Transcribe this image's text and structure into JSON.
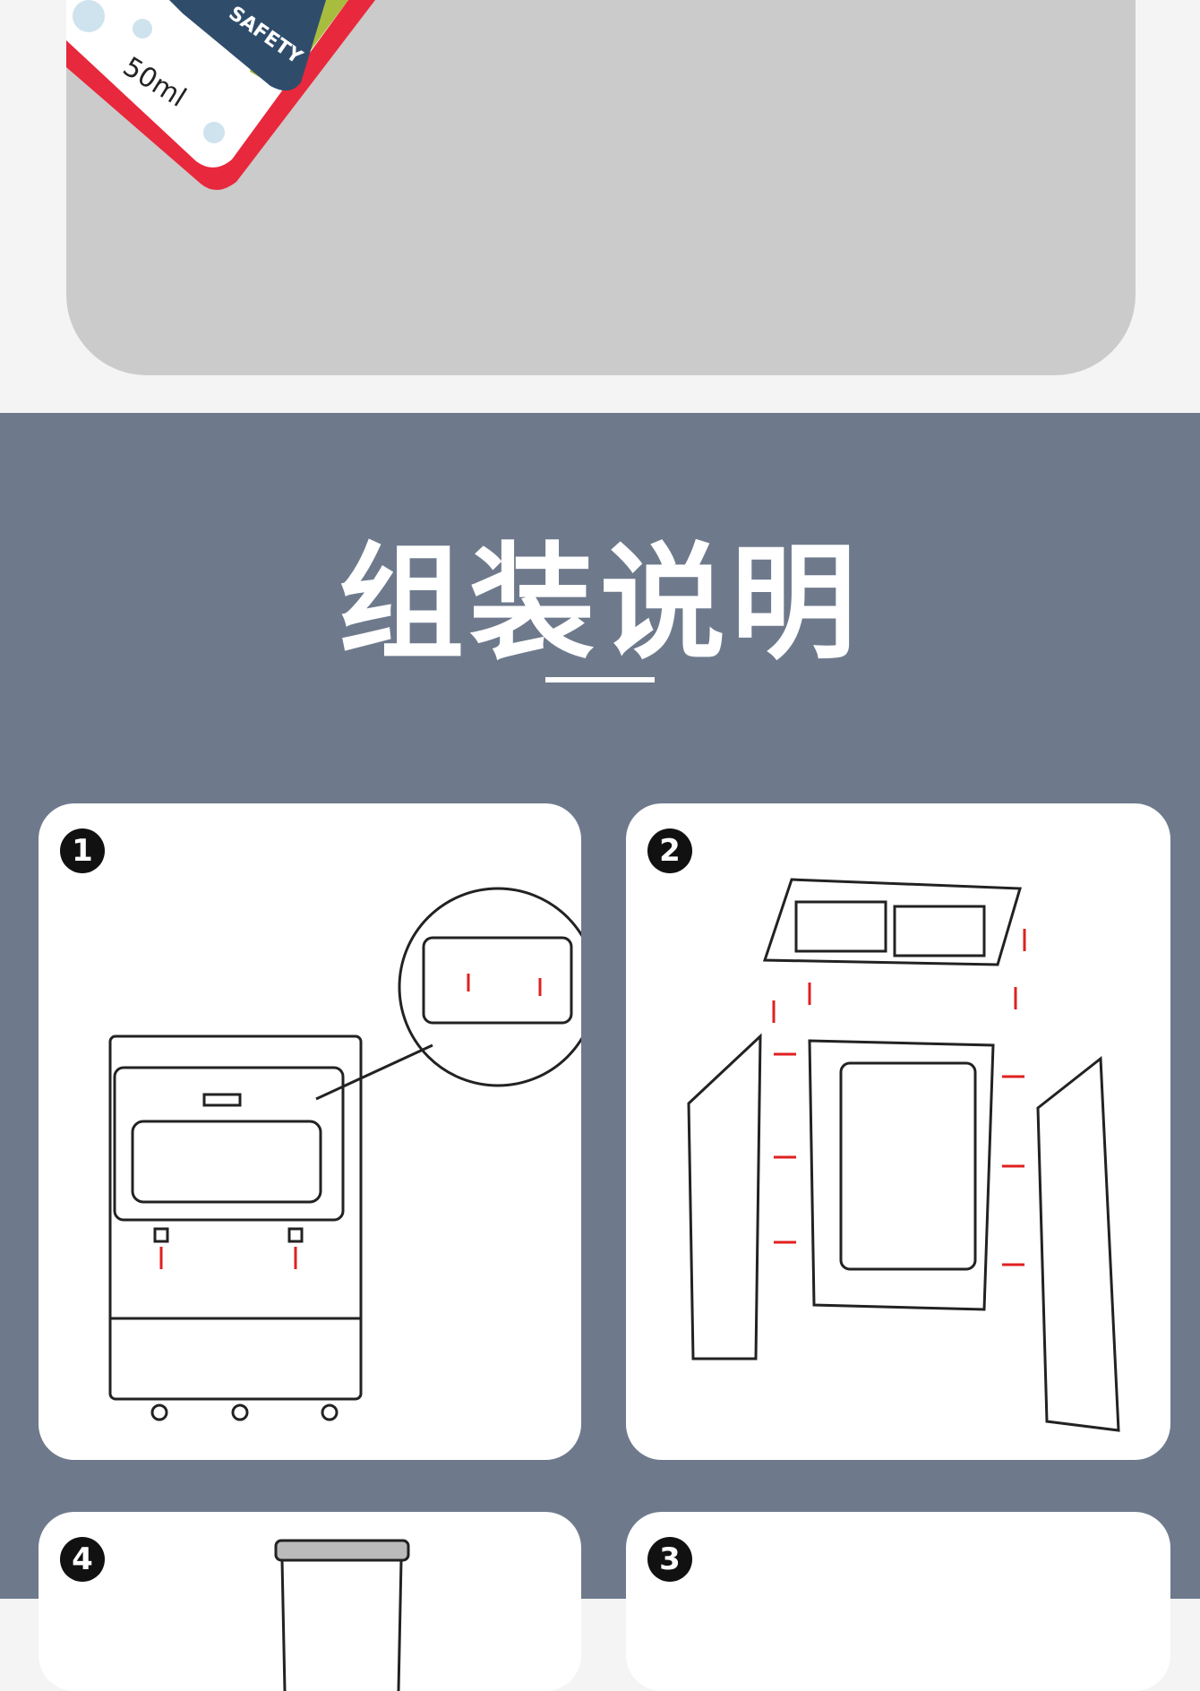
{
  "product": {
    "volume_label": "50ml",
    "label_text": "SAFETY"
  },
  "section": {
    "title": "组装说明"
  },
  "steps": [
    {
      "number": "1"
    },
    {
      "number": "2"
    },
    {
      "number": "4"
    },
    {
      "number": "3"
    }
  ],
  "colors": {
    "background": "#f4f4f4",
    "panel": "#cbcbcb",
    "section": "#6e7a8c",
    "arrow": "#e02020",
    "bottle": "#e8283c"
  }
}
